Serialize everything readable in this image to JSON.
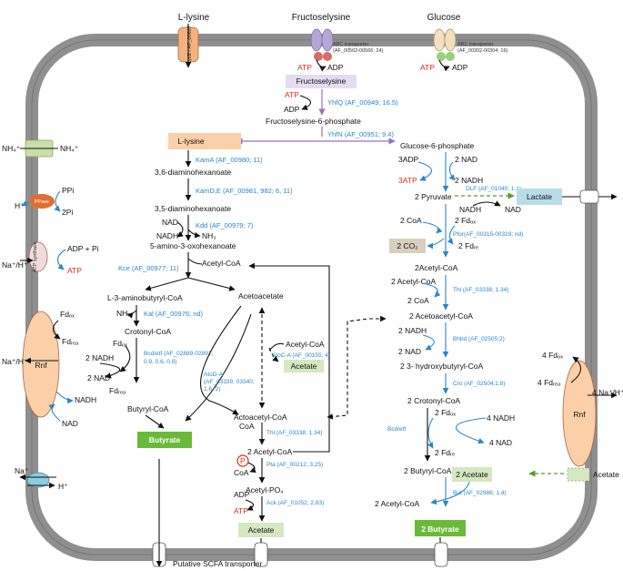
{
  "substrates": {
    "lysine": "L-lysine",
    "fructoselysine": "Fructoselysine",
    "glucose": "Glucose"
  },
  "transporters": {
    "lysine": "LysE / AF_00687",
    "fructoselysine_abc": "ABC transporter",
    "fructoselysine_abc_ids": "(AF_00562-00566; 24)",
    "glucose_abc": "ABC transporter",
    "glucose_abc_ids": "(AF_00302-00304; 16)",
    "scfa": "Putative SCFA transporter"
  },
  "energy": {
    "atp": "ATP",
    "adp": "ADP",
    "adp_pi": "ADP + Pi",
    "ppi": "PPi",
    "two_pi": "2Pi",
    "h_plus": "H⁺",
    "na_h": "Na⁺/H⁺",
    "nh4_in": "NH₄⁺",
    "nh4_out": "NH₄⁺",
    "na_plus": "Na⁺",
    "ppase": "PPase",
    "atp_synthase": "ATP synthase",
    "rnf": "Rnf",
    "fd_ox": "Fdₒₓ",
    "fd_red": "Fdᵣₑₔ",
    "nadh": "NADH",
    "nad": "NAD",
    "four_fd_ox": "4 Fdₒₓ",
    "four_fd_red": "4 Fdᵣₑₔ",
    "four_na_h": "4 Na⁺/H⁺"
  },
  "fructoselysine_path": {
    "box": "Fructoselysine",
    "step1_enzyme": "YhfQ (AF_00949; 16.5)",
    "product1": "Fructoselysine-6-phosphate",
    "step2_enzyme": "YhfN (AF_00951; 9.4)"
  },
  "lysine_path": {
    "box": "L-lysine",
    "e1": "KamA (AF_00980; 11)",
    "m1": "3,6-diaminohexanoate",
    "e2": "KamD,E (AF_00981, 982; 6, 11)",
    "m2": "3,5-diaminohexanoate",
    "nad": "NAD",
    "nadh": "NADH",
    "nh3": "NH₃",
    "e3": "Kdd (AF_00979; 7)",
    "m3": "5-amino-3-oxohexanoate",
    "e4": "Kce (AF_00977; 11)",
    "m4": "Acetyl-CoA",
    "m5": "L-3-aminobutyryl-CoA",
    "acetoacetate": "Acetoacetate",
    "nh3b": "NH₃",
    "e5": "Kal (AF_00976; nd)",
    "m6": "Crotonyl-CoA",
    "two_nadh": "2 NADH",
    "two_nad": "2 NAD",
    "bcd_etf": "Bcd/etf (AF_02889-02891;",
    "bcd_etf2": "0.9, 0.6, 0.8)",
    "m7": "Butyryl-CoA",
    "butyrate": "Butyrate",
    "atoa": "AtoD-A",
    "atoa2": "(AF_03339, 03340;",
    "atoa3": "1.6, 2)",
    "atoc": "AtoC-A (AF_00155; 4)",
    "acetyl_coa_r": "Acetyl-CoA",
    "acetate_box": "Acetate",
    "acetoacetyl_coa": "Actoacetyl-CoA",
    "coa": "CoA",
    "thl": "Thl (AF_03338; 1.34)",
    "two_acetyl_coa": "2 Acetyl-CoA",
    "p": "P",
    "coa2": "CoA",
    "pta": "Pta (AF_00212; 3.25)",
    "acetyl_po4": "Acetyl-PO₄",
    "adp": "ADP",
    "atp": "ATP",
    "ack": "Ack (AF_01052; 2.83)",
    "acetate_bottom": "Acetate"
  },
  "glucose_path": {
    "g6p": "Glucose-6-phosphate",
    "three_adp": "3ADP",
    "two_nad": "2 NAD",
    "three_atp": "3ATP",
    "two_nadh": "2 NADH",
    "pyruvate": "2 Pyruvate",
    "dlf": "DLF (AF_01040; 1.1)",
    "nadh": "NADH",
    "nad": "NAD",
    "lactate": "Lactate",
    "two_coa": "2 CoA",
    "two_fdox": "2 Fdₒₓ",
    "pfor": "Pfor(AF_00315-00319; nd)",
    "co2": "2 CO₂",
    "two_fdre": "2 Fdᵣₑ",
    "acetyl_coa": "2Acetyl-CoA",
    "two_acetyl_coa": "2 Acetyl-CoA",
    "thl": "Thl (AF_03338; 1.34)",
    "two_coa_b": "2 CoA",
    "acetoacetyl": "2 Acetoacetyl-CoA",
    "two_nadh_b": "2 NADH",
    "bhbd": "Bhbd (AF_02505;2)",
    "two_nad_b": "2 NAD",
    "hydroxy": "2 3- hydroxybutyryl-CoA",
    "cro": "Cro (AF_02504;1.8)",
    "crotonyl": "2 Crotonyl-CoA",
    "two_fdox_b": "2 Fdₒₓ",
    "bcd_etf": "Bcd/etf",
    "four_nadh": "4 NADH",
    "four_nad": "4 NAD",
    "two_fdre_b": "2 Fdᵣₑ",
    "butyryl": "2 Butyryl-CoA",
    "two_acetate": "2 Acetate",
    "but": "But (AF_02986; 1.4)",
    "two_acetyl_coa_b": "2 Acetyl-CoA",
    "two_butyrate": "2 Butyrate",
    "acetate_ext": "Acetate"
  }
}
